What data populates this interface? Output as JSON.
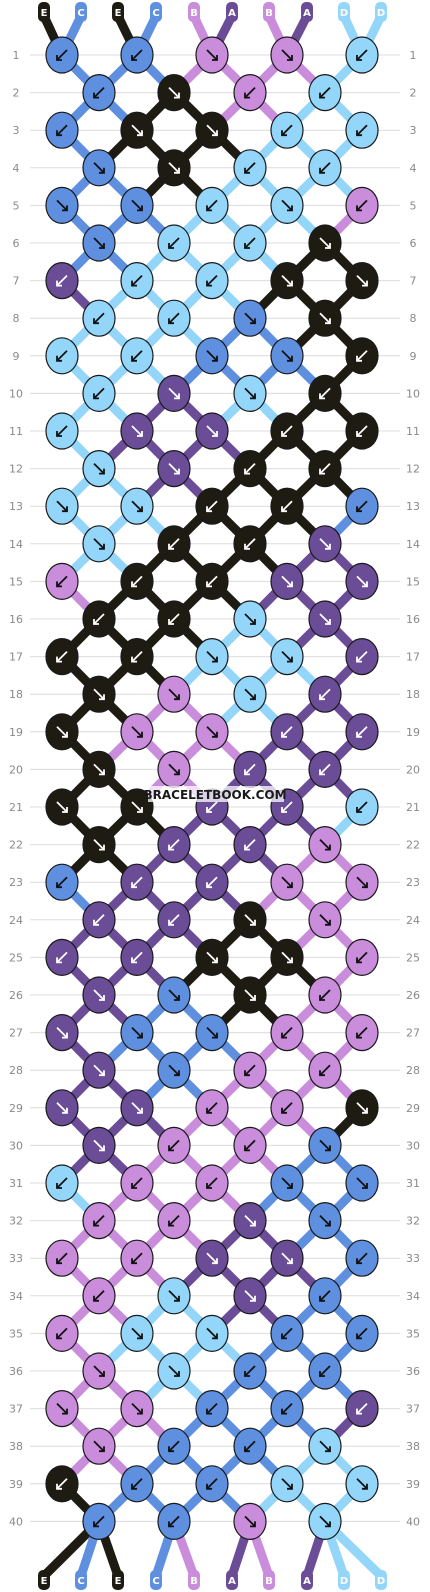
{
  "watermark": "BRACELETBOOK.COM",
  "colors": {
    "A": "#6a4c97",
    "B": "#c98ddb",
    "C": "#5f90e0",
    "D": "#94d6fa",
    "E": "#1e1c12"
  },
  "strands_top": [
    "E",
    "C",
    "E",
    "C",
    "B",
    "A",
    "B",
    "A",
    "D",
    "D"
  ],
  "strands_bottom": [
    "E",
    "C",
    "E",
    "C",
    "B",
    "A",
    "B",
    "A",
    "D",
    "D"
  ],
  "rows": [
    {
      "n": "1",
      "knots": [
        {
          "c": "C",
          "d": "b"
        },
        {
          "c": "C",
          "d": "b"
        },
        {
          "c": "B",
          "d": "f"
        },
        {
          "c": "B",
          "d": "f"
        },
        {
          "c": "D",
          "d": "b"
        }
      ]
    },
    {
      "n": "2",
      "knots": [
        {
          "c": "C",
          "d": "b"
        },
        {
          "c": "E",
          "d": "f"
        },
        {
          "c": "B",
          "d": "b"
        },
        {
          "c": "D",
          "d": "b"
        }
      ]
    },
    {
      "n": "3",
      "knots": [
        {
          "c": "C",
          "d": "b"
        },
        {
          "c": "E",
          "d": "f"
        },
        {
          "c": "E",
          "d": "f"
        },
        {
          "c": "D",
          "d": "b"
        },
        {
          "c": "D",
          "d": "b"
        }
      ]
    },
    {
      "n": "4",
      "knots": [
        {
          "c": "C",
          "d": "f"
        },
        {
          "c": "E",
          "d": "f"
        },
        {
          "c": "D",
          "d": "b"
        },
        {
          "c": "D",
          "d": "b"
        }
      ]
    },
    {
      "n": "5",
      "knots": [
        {
          "c": "C",
          "d": "f"
        },
        {
          "c": "C",
          "d": "f"
        },
        {
          "c": "D",
          "d": "b"
        },
        {
          "c": "D",
          "d": "f"
        },
        {
          "c": "B",
          "d": "b"
        }
      ]
    },
    {
      "n": "6",
      "knots": [
        {
          "c": "C",
          "d": "f"
        },
        {
          "c": "D",
          "d": "b"
        },
        {
          "c": "D",
          "d": "b"
        },
        {
          "c": "E",
          "d": "f"
        }
      ]
    },
    {
      "n": "7",
      "knots": [
        {
          "c": "A",
          "d": "b"
        },
        {
          "c": "D",
          "d": "b"
        },
        {
          "c": "D",
          "d": "b"
        },
        {
          "c": "E",
          "d": "f"
        },
        {
          "c": "E",
          "d": "f"
        }
      ]
    },
    {
      "n": "8",
      "knots": [
        {
          "c": "D",
          "d": "b"
        },
        {
          "c": "D",
          "d": "b"
        },
        {
          "c": "C",
          "d": "f"
        },
        {
          "c": "E",
          "d": "f"
        }
      ]
    },
    {
      "n": "9",
      "knots": [
        {
          "c": "D",
          "d": "b"
        },
        {
          "c": "D",
          "d": "b"
        },
        {
          "c": "C",
          "d": "f"
        },
        {
          "c": "C",
          "d": "f"
        },
        {
          "c": "E",
          "d": "b"
        }
      ]
    },
    {
      "n": "10",
      "knots": [
        {
          "c": "D",
          "d": "b"
        },
        {
          "c": "A",
          "d": "f"
        },
        {
          "c": "D",
          "d": "f"
        },
        {
          "c": "E",
          "d": "b"
        }
      ]
    },
    {
      "n": "11",
      "knots": [
        {
          "c": "D",
          "d": "b"
        },
        {
          "c": "A",
          "d": "f"
        },
        {
          "c": "A",
          "d": "f"
        },
        {
          "c": "E",
          "d": "b"
        },
        {
          "c": "E",
          "d": "b"
        }
      ]
    },
    {
      "n": "12",
      "knots": [
        {
          "c": "D",
          "d": "f"
        },
        {
          "c": "A",
          "d": "f"
        },
        {
          "c": "E",
          "d": "b"
        },
        {
          "c": "E",
          "d": "b"
        }
      ]
    },
    {
      "n": "13",
      "knots": [
        {
          "c": "D",
          "d": "f"
        },
        {
          "c": "D",
          "d": "f"
        },
        {
          "c": "E",
          "d": "b"
        },
        {
          "c": "E",
          "d": "b"
        },
        {
          "c": "C",
          "d": "b"
        }
      ]
    },
    {
      "n": "14",
      "knots": [
        {
          "c": "D",
          "d": "f"
        },
        {
          "c": "E",
          "d": "b"
        },
        {
          "c": "E",
          "d": "b"
        },
        {
          "c": "A",
          "d": "f"
        }
      ]
    },
    {
      "n": "15",
      "knots": [
        {
          "c": "B",
          "d": "b"
        },
        {
          "c": "E",
          "d": "b"
        },
        {
          "c": "E",
          "d": "b"
        },
        {
          "c": "A",
          "d": "f"
        },
        {
          "c": "A",
          "d": "f"
        }
      ]
    },
    {
      "n": "16",
      "knots": [
        {
          "c": "E",
          "d": "b"
        },
        {
          "c": "E",
          "d": "b"
        },
        {
          "c": "D",
          "d": "f"
        },
        {
          "c": "A",
          "d": "f"
        }
      ]
    },
    {
      "n": "17",
      "knots": [
        {
          "c": "E",
          "d": "b"
        },
        {
          "c": "E",
          "d": "b"
        },
        {
          "c": "D",
          "d": "f"
        },
        {
          "c": "D",
          "d": "f"
        },
        {
          "c": "A",
          "d": "b"
        }
      ]
    },
    {
      "n": "18",
      "knots": [
        {
          "c": "E",
          "d": "f"
        },
        {
          "c": "B",
          "d": "f"
        },
        {
          "c": "D",
          "d": "f"
        },
        {
          "c": "A",
          "d": "b"
        }
      ]
    },
    {
      "n": "19",
      "knots": [
        {
          "c": "E",
          "d": "f"
        },
        {
          "c": "B",
          "d": "f"
        },
        {
          "c": "B",
          "d": "f"
        },
        {
          "c": "A",
          "d": "b"
        },
        {
          "c": "A",
          "d": "b"
        }
      ]
    },
    {
      "n": "20",
      "knots": [
        {
          "c": "E",
          "d": "f"
        },
        {
          "c": "B",
          "d": "f"
        },
        {
          "c": "A",
          "d": "b"
        },
        {
          "c": "A",
          "d": "b"
        }
      ]
    },
    {
      "n": "21",
      "knots": [
        {
          "c": "E",
          "d": "f"
        },
        {
          "c": "E",
          "d": "f"
        },
        {
          "c": "A",
          "d": "b"
        },
        {
          "c": "A",
          "d": "b"
        },
        {
          "c": "D",
          "d": "b"
        }
      ]
    },
    {
      "n": "22",
      "knots": [
        {
          "c": "E",
          "d": "f"
        },
        {
          "c": "A",
          "d": "b"
        },
        {
          "c": "A",
          "d": "b"
        },
        {
          "c": "B",
          "d": "f"
        }
      ]
    },
    {
      "n": "23",
      "knots": [
        {
          "c": "C",
          "d": "b"
        },
        {
          "c": "A",
          "d": "b"
        },
        {
          "c": "A",
          "d": "b"
        },
        {
          "c": "B",
          "d": "f"
        },
        {
          "c": "B",
          "d": "f"
        }
      ]
    },
    {
      "n": "24",
      "knots": [
        {
          "c": "A",
          "d": "b"
        },
        {
          "c": "A",
          "d": "b"
        },
        {
          "c": "E",
          "d": "f"
        },
        {
          "c": "B",
          "d": "f"
        }
      ]
    },
    {
      "n": "25",
      "knots": [
        {
          "c": "A",
          "d": "b"
        },
        {
          "c": "A",
          "d": "b"
        },
        {
          "c": "E",
          "d": "f"
        },
        {
          "c": "E",
          "d": "f"
        },
        {
          "c": "B",
          "d": "b"
        }
      ]
    },
    {
      "n": "26",
      "knots": [
        {
          "c": "A",
          "d": "f"
        },
        {
          "c": "C",
          "d": "f"
        },
        {
          "c": "E",
          "d": "f"
        },
        {
          "c": "B",
          "d": "b"
        }
      ]
    },
    {
      "n": "27",
      "knots": [
        {
          "c": "A",
          "d": "f"
        },
        {
          "c": "C",
          "d": "f"
        },
        {
          "c": "C",
          "d": "f"
        },
        {
          "c": "B",
          "d": "b"
        },
        {
          "c": "B",
          "d": "b"
        }
      ]
    },
    {
      "n": "28",
      "knots": [
        {
          "c": "A",
          "d": "f"
        },
        {
          "c": "C",
          "d": "f"
        },
        {
          "c": "B",
          "d": "b"
        },
        {
          "c": "B",
          "d": "b"
        }
      ]
    },
    {
      "n": "29",
      "knots": [
        {
          "c": "A",
          "d": "f"
        },
        {
          "c": "A",
          "d": "f"
        },
        {
          "c": "B",
          "d": "b"
        },
        {
          "c": "B",
          "d": "b"
        },
        {
          "c": "E",
          "d": "f"
        }
      ]
    },
    {
      "n": "30",
      "knots": [
        {
          "c": "A",
          "d": "f"
        },
        {
          "c": "B",
          "d": "b"
        },
        {
          "c": "B",
          "d": "b"
        },
        {
          "c": "C",
          "d": "f"
        }
      ]
    },
    {
      "n": "31",
      "knots": [
        {
          "c": "D",
          "d": "b"
        },
        {
          "c": "B",
          "d": "b"
        },
        {
          "c": "B",
          "d": "b"
        },
        {
          "c": "C",
          "d": "f"
        },
        {
          "c": "C",
          "d": "f"
        }
      ]
    },
    {
      "n": "32",
      "knots": [
        {
          "c": "B",
          "d": "b"
        },
        {
          "c": "B",
          "d": "b"
        },
        {
          "c": "A",
          "d": "f"
        },
        {
          "c": "C",
          "d": "f"
        }
      ]
    },
    {
      "n": "33",
      "knots": [
        {
          "c": "B",
          "d": "b"
        },
        {
          "c": "B",
          "d": "b"
        },
        {
          "c": "A",
          "d": "f"
        },
        {
          "c": "A",
          "d": "f"
        },
        {
          "c": "C",
          "d": "b"
        }
      ]
    },
    {
      "n": "34",
      "knots": [
        {
          "c": "B",
          "d": "b"
        },
        {
          "c": "D",
          "d": "f"
        },
        {
          "c": "A",
          "d": "f"
        },
        {
          "c": "C",
          "d": "b"
        }
      ]
    },
    {
      "n": "35",
      "knots": [
        {
          "c": "B",
          "d": "b"
        },
        {
          "c": "D",
          "d": "f"
        },
        {
          "c": "D",
          "d": "f"
        },
        {
          "c": "C",
          "d": "b"
        },
        {
          "c": "C",
          "d": "b"
        }
      ]
    },
    {
      "n": "36",
      "knots": [
        {
          "c": "B",
          "d": "f"
        },
        {
          "c": "D",
          "d": "f"
        },
        {
          "c": "C",
          "d": "b"
        },
        {
          "c": "C",
          "d": "b"
        }
      ]
    },
    {
      "n": "37",
      "knots": [
        {
          "c": "B",
          "d": "f"
        },
        {
          "c": "B",
          "d": "f"
        },
        {
          "c": "C",
          "d": "b"
        },
        {
          "c": "C",
          "d": "b"
        },
        {
          "c": "A",
          "d": "b"
        }
      ]
    },
    {
      "n": "38",
      "knots": [
        {
          "c": "B",
          "d": "f"
        },
        {
          "c": "C",
          "d": "b"
        },
        {
          "c": "C",
          "d": "b"
        },
        {
          "c": "D",
          "d": "f"
        }
      ]
    },
    {
      "n": "39",
      "knots": [
        {
          "c": "E",
          "d": "b"
        },
        {
          "c": "C",
          "d": "b"
        },
        {
          "c": "C",
          "d": "b"
        },
        {
          "c": "D",
          "d": "f"
        },
        {
          "c": "D",
          "d": "f"
        }
      ]
    },
    {
      "n": "40",
      "knots": [
        {
          "c": "C",
          "d": "b"
        },
        {
          "c": "C",
          "d": "b"
        },
        {
          "c": "B",
          "d": "f"
        },
        {
          "c": "D",
          "d": "f"
        }
      ]
    }
  ]
}
